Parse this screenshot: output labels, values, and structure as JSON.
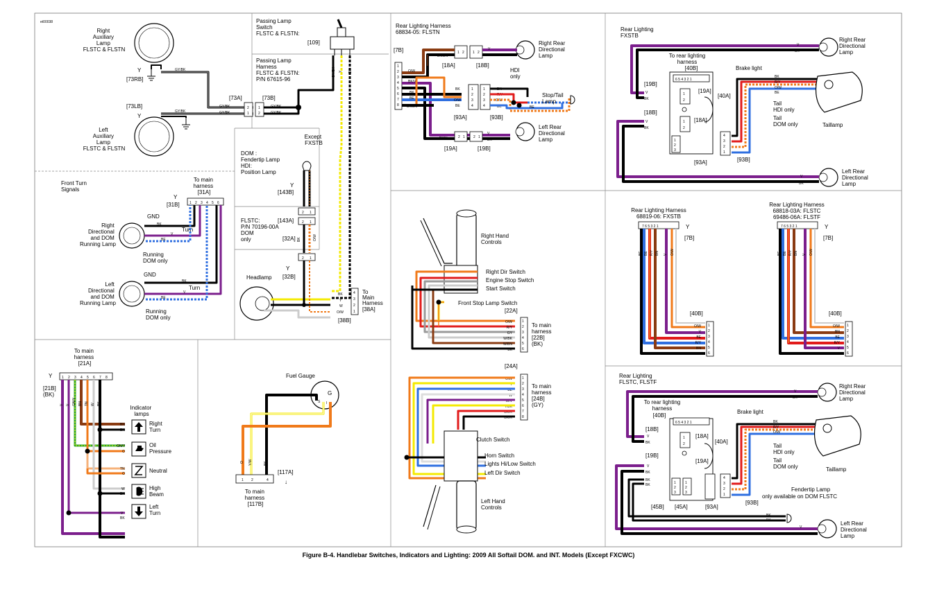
{
  "doc_id": "et00038",
  "caption": "Figure B-4. Handlebar Switches, Indicators and Lighting: 2009 All Softail DOM. and INT. Models (Except FXCWC)",
  "colors": {
    "black": "#000000",
    "brown": "#8a3b12",
    "violet": "#7b1e8c",
    "orange": "#f07a1a",
    "red": "#e11b1b",
    "blue": "#2f6fe0",
    "yellow": "#f4ea00",
    "green": "#2aa52a",
    "gray": "#9a9a9a",
    "white_gray": "#d9d9d9",
    "light_orange": "#f6b27a"
  },
  "icons": [
    "lamp-icon",
    "toggle-switch-icon",
    "ground-icon",
    "arrow-up-icon",
    "arrow-down-icon",
    "oil-can-icon",
    "neutral-icon",
    "high-beam-icon",
    "bulb-icon",
    "handgrip-icon"
  ],
  "front": {
    "right_aux": [
      "Right",
      "Auxiliary",
      "Lamp",
      "FLSTC & FLSTN"
    ],
    "left_aux": [
      "Left",
      "Auxiliary",
      "Lamp",
      "FLSTC & FLSTN"
    ],
    "c73rb": "[73RB]",
    "c73lb": "[73LB]",
    "c73a": "[73A]",
    "c73b": "[73B]",
    "gybk": "GY/BK",
    "passing_switch": [
      "Passing Lamp",
      "Switch",
      "FLSTC & FLSTN:"
    ],
    "c109": "[109]",
    "passing_harness": [
      "Passing Lamp",
      "Harness",
      "FLSTC & FLSTN:",
      "P/N 67615-96"
    ],
    "except": [
      "Except",
      "FXSTB"
    ],
    "dom_lamp": [
      "DOM :",
      "Fendertip Lamp",
      "HDI:",
      "Position Lamp"
    ],
    "c143b": "[143B]",
    "c143a": "[143A]",
    "c32a": "[32A]",
    "c32b": "[32B]",
    "flstc": [
      "FLSTC:",
      "P/N 70196-00A",
      "DOM",
      "only"
    ],
    "headlamp": "Headlamp",
    "to_main": [
      "To",
      "Main",
      "Harness",
      "[38A]"
    ],
    "c38b": "[38B]",
    "gy": "GY",
    "ow": "O/W",
    "bk": "BK",
    "y": "Y",
    "w": "W",
    "pins_4321": [
      "4",
      "3",
      "2",
      "1"
    ],
    "pins_12": [
      "1",
      "2"
    ],
    "pins_21": [
      "2",
      "1"
    ]
  },
  "turn": {
    "title": [
      "Front Turn",
      "Signals"
    ],
    "c31b": "[31B]",
    "to_main": [
      "To main",
      "harness",
      "[31A]"
    ],
    "pins": [
      "1",
      "2",
      "3",
      "4",
      "5",
      "6"
    ],
    "wires": [
      "BE",
      "BK",
      "V",
      "BE",
      "BK",
      "V"
    ],
    "right": [
      "Right",
      "Directional",
      "and DOM",
      "Running Lamp"
    ],
    "left": [
      "Left",
      "Directional",
      "and DOM",
      "Running Lamp"
    ],
    "gnd": "GND",
    "turn": "Turn",
    "running": [
      "Running",
      "DOM only"
    ],
    "bk": "BK",
    "v": "V",
    "be": "BE"
  },
  "indicators": {
    "to_main": [
      "To main",
      "harness",
      "[21A]"
    ],
    "c21b": [
      "[21B]",
      "(BK)"
    ],
    "pins": [
      "1",
      "2",
      "3",
      "4",
      "5",
      "6",
      "7",
      "8"
    ],
    "wires": [
      "V",
      "V",
      "GN/Y",
      "BN",
      "TN",
      "W",
      "BK"
    ],
    "title": [
      "Indicator",
      "lamps"
    ],
    "items": [
      {
        "label": [
          "Right",
          "Turn"
        ],
        "wires": [
          "BN",
          "BK"
        ]
      },
      {
        "label": [
          "Oil",
          "Pressure"
        ],
        "wires": [
          "GN/Y",
          "O"
        ]
      },
      {
        "label": [
          "Neutral"
        ],
        "wires": [
          "TN",
          "O"
        ]
      },
      {
        "label": [
          "High",
          "Beam"
        ],
        "wires": [
          "W",
          "BK"
        ]
      },
      {
        "label": [
          "Left",
          "Turn"
        ],
        "wires": [
          "V",
          "BK"
        ]
      }
    ]
  },
  "fuel": {
    "title": "Fuel Gauge",
    "gauge": [
      "G",
      "S",
      "I"
    ],
    "wires": [
      "O",
      "Y/W",
      "BK"
    ],
    "pins": [
      "1",
      "2",
      "4"
    ],
    "c117a": "[117A]",
    "to_main": [
      "To main",
      "harness",
      "[117B]"
    ]
  },
  "rear_flstn": {
    "title": [
      "Rear Lighting Harness",
      "68834-05: FLSTN"
    ],
    "c7b": "[7B]",
    "pins": [
      "1",
      "2",
      "3",
      "4",
      "5",
      "6",
      "7",
      "8"
    ],
    "left_wires": [
      "O/W",
      "BK/V",
      "BK",
      "BE",
      "BK/BN"
    ],
    "top_wires": [
      "BN",
      "BK/BN"
    ],
    "c18a": "[18A]",
    "c18b": "[18B]",
    "mid_wires": [
      "BK",
      "R/Y",
      "O/W",
      "BE"
    ],
    "hdi": [
      "HDI",
      "only"
    ],
    "stop_tail": [
      "Stop/Tail",
      "Lamp"
    ],
    "right_rear": [
      "Right Rear",
      "Directional",
      "Lamp"
    ],
    "left_rear": [
      "Left Rear",
      "Directional",
      "Lamp"
    ],
    "c93a": "[93A]",
    "c93b": "[93B]",
    "c19a": "[19A]",
    "c19b": "[19B]",
    "v": "V",
    "bk": "BK",
    "be": "BE",
    "bkv": "BK/V"
  },
  "right_controls": {
    "title": [
      "Right Hand",
      "Controls"
    ],
    "items": [
      "Right Dir Switch",
      "Engine Stop Switch",
      "Start Switch",
      "Front Stop Lamp Switch"
    ],
    "c22a": "[22A]",
    "wires": [
      "O/W",
      "R/Y",
      "GY",
      "W/BK",
      "W/BN",
      "BK"
    ],
    "pins": [
      "1",
      "2",
      "3",
      "4",
      "5",
      "6"
    ],
    "to_main": [
      "To main",
      "harness",
      "[22B]",
      "(BK)"
    ]
  },
  "left_controls": {
    "c24a": "[24A]",
    "wires": [
      "O/W",
      "Y",
      "BE",
      "W",
      "W/V",
      "Y/BK",
      "BK/R",
      "BK/R"
    ],
    "pins": [
      "1",
      "2",
      "3",
      "4",
      "5",
      "6",
      "7",
      "8"
    ],
    "to_main": [
      "To main",
      "harness",
      "[24B]",
      "(GY)"
    ],
    "items": [
      "Clutch Switch",
      "Horn Switch",
      "Lights Hi/Low Switch",
      "Left Dir Switch"
    ],
    "title": [
      "Left Hand",
      "Controls"
    ]
  },
  "rear_fxstb": {
    "title": [
      "Rear Lighting",
      "FXSTB"
    ],
    "right": [
      "Right Rear",
      "Directional",
      "Lamp"
    ],
    "left": [
      "Left Rear",
      "Directional",
      "Lamp"
    ],
    "to_rear": [
      "To rear lighting",
      "harness",
      "[40B]"
    ],
    "pins6": "6 5 4 3 2 1",
    "brake": "Brake light",
    "c19b": "[19B]",
    "c19a": "[19A]",
    "c40a": "[40A]",
    "c18b": "[18B]",
    "c18a": "[18A]",
    "c93a": "[93A]",
    "c93b": "[93B]",
    "tail_hdi": [
      "Tail",
      "HDI only"
    ],
    "tail_dom": [
      "Tail",
      "DOM only"
    ],
    "taillamp": "Taillamp",
    "v": "V",
    "bk": "BK",
    "ow": "O/W",
    "ry": "R/Y",
    "be": "BE"
  },
  "harness_fxstb": {
    "title": [
      "Rear Lighting Harness",
      "68819-06: FXSTB"
    ],
    "top_pins": "7 6 5    3 2 1",
    "c7b": "[7B]",
    "wires": [
      "BE",
      "BE",
      "R/Y",
      "BN",
      "V",
      "O/W"
    ],
    "c40b": "[40B]",
    "right_wires": [
      "O/W",
      "V",
      "BE",
      "R/Y",
      "BN",
      "BK"
    ],
    "pins": [
      "1",
      "2",
      "3",
      "4",
      "5",
      "6"
    ]
  },
  "harness_flstc": {
    "title": [
      "Rear Lighting Harness",
      "68818-03A: FLSTC",
      "69486-06A: FLSTF"
    ],
    "top_pins": "7 6 5    3 2 1",
    "c7b": "[7B]",
    "wires": [
      "BE",
      "BE",
      "R/Y",
      "BN",
      "V",
      "O/W"
    ],
    "c40b": "[40B]",
    "right_wires": [
      "O/W",
      "BN",
      "BE",
      "R/Y",
      "V",
      "BK"
    ],
    "pins": [
      "1",
      "2",
      "3",
      "4",
      "5",
      "6"
    ]
  },
  "rear_flstc": {
    "title": [
      "Rear Lighting",
      "FLSTC, FLSTF"
    ],
    "right": [
      "Right Rear",
      "Directional",
      "Lamp"
    ],
    "left": [
      "Left Rear",
      "Directional",
      "Lamp"
    ],
    "to_rear": [
      "To rear lighting",
      "harness",
      "[40B]"
    ],
    "pins6": "6 5 4 3 2 1",
    "brake": "Brake light",
    "c18b": "[18B]",
    "c18a": "[18A]",
    "c19b": "[19B]",
    "c19a": "[19A]",
    "c40a": "[40A]",
    "c45b": "[45B]",
    "c45a": "[45A]",
    "c93a": "[93A]",
    "c93b": "[93B]",
    "tail_hdi": [
      "Tail",
      "HDI only"
    ],
    "tail_dom": [
      "Tail",
      "DOM only"
    ],
    "taillamp": "Taillamp",
    "fendertip": [
      "Fendertip Lamp",
      "only available on DOM FLSTC"
    ],
    "v": "V",
    "bk": "BK",
    "ow": "O/W",
    "ry": "R/Y",
    "be": "BE"
  }
}
